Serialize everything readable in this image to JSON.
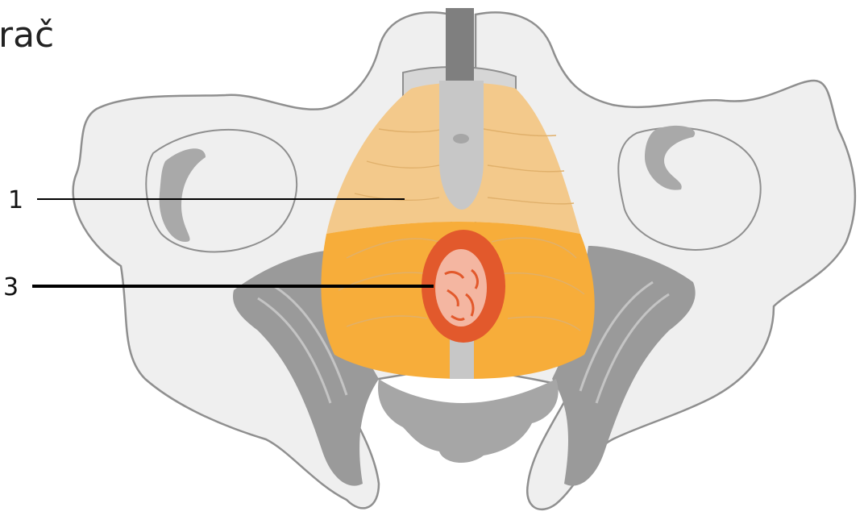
{
  "figure": {
    "corner_text": "rač",
    "labels": [
      {
        "number": "1"
      },
      {
        "number": "3"
      }
    ]
  },
  "colors": {
    "bone": "#efefef",
    "bone_outline": "#8f8f8f",
    "ligament": "#9a9a9a",
    "ligament_light": "#c4c4c4",
    "muscle_upper": "#f3c98b",
    "muscle_lower": "#f7ad3a",
    "rectum_outer": "#e2592c",
    "rectum_inner": "#f4b6a1",
    "line": "#000000"
  }
}
